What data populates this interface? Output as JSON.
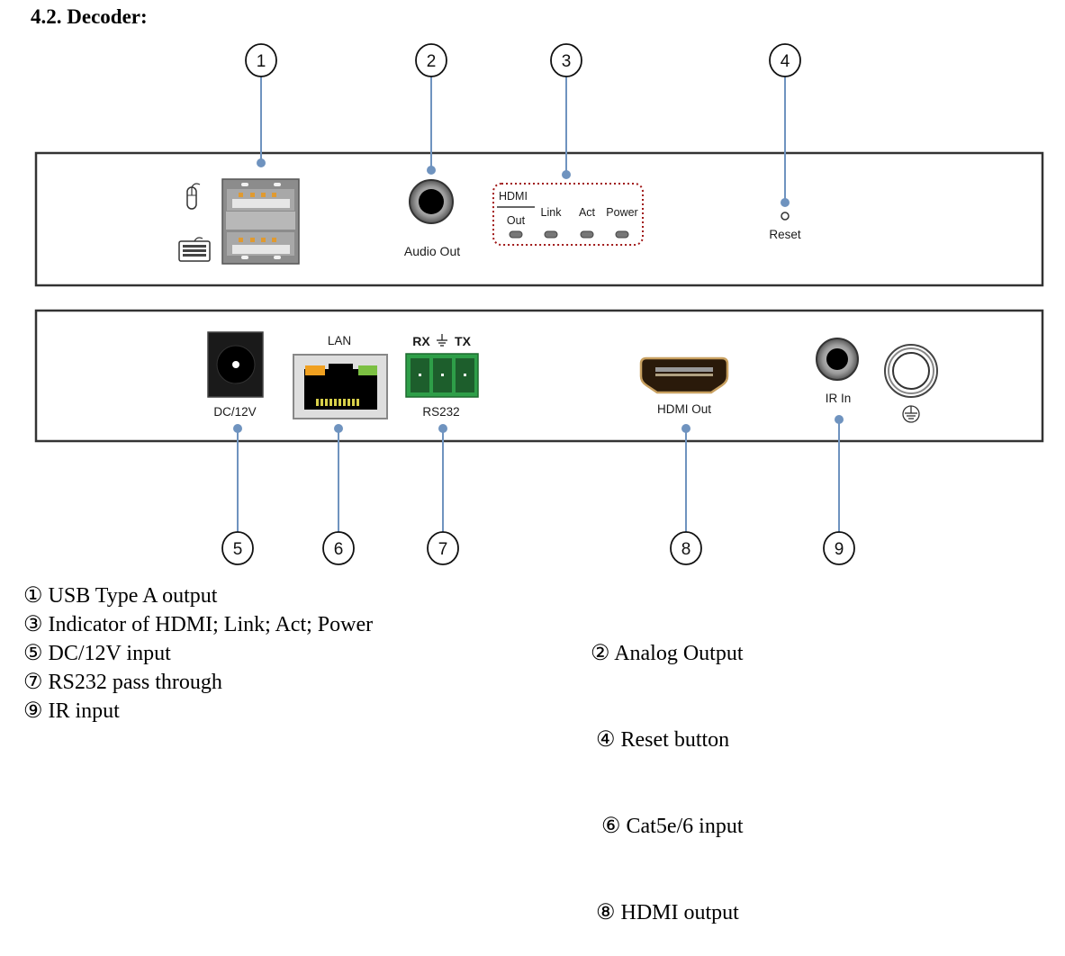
{
  "heading": "4.2.  Decoder:",
  "front_panel": {
    "icons": [
      "mouse-icon",
      "keyboard-icon"
    ],
    "audio_label": "Audio Out",
    "led_group": {
      "hdmi_label": "HDMI",
      "out_label": "Out",
      "link_label": "Link",
      "act_label": "Act",
      "power_label": "Power"
    },
    "reset_label": "Reset"
  },
  "rear_panel": {
    "dc_label": "DC/12V",
    "lan_label": "LAN",
    "rx_label": "RX",
    "tx_label": "TX",
    "rs232_label": "RS232",
    "hdmi_out_label": "HDMI Out",
    "ir_label": "IR In"
  },
  "callouts": [
    "1",
    "2",
    "3",
    "4",
    "5",
    "6",
    "7",
    "8",
    "9"
  ],
  "colors": {
    "callout_line": "#6f93bf",
    "led_box_border": "#a01818",
    "rs232_green": "#2e9e48",
    "lan_orange": "#f0a020",
    "lan_green": "#7cc043",
    "hdmi_gold": "#c8a060"
  },
  "legend": {
    "left": [
      "① USB Type A output",
      "③ Indicator of HDMI; Link; Act; Power",
      "⑤ DC/12V input",
      "⑦ RS232 pass through",
      "⑨ IR input"
    ],
    "right": [
      "② Analog Output",
      " ④ Reset button",
      "  ⑥ Cat5e/6 input",
      " ⑧ HDMI output"
    ]
  }
}
